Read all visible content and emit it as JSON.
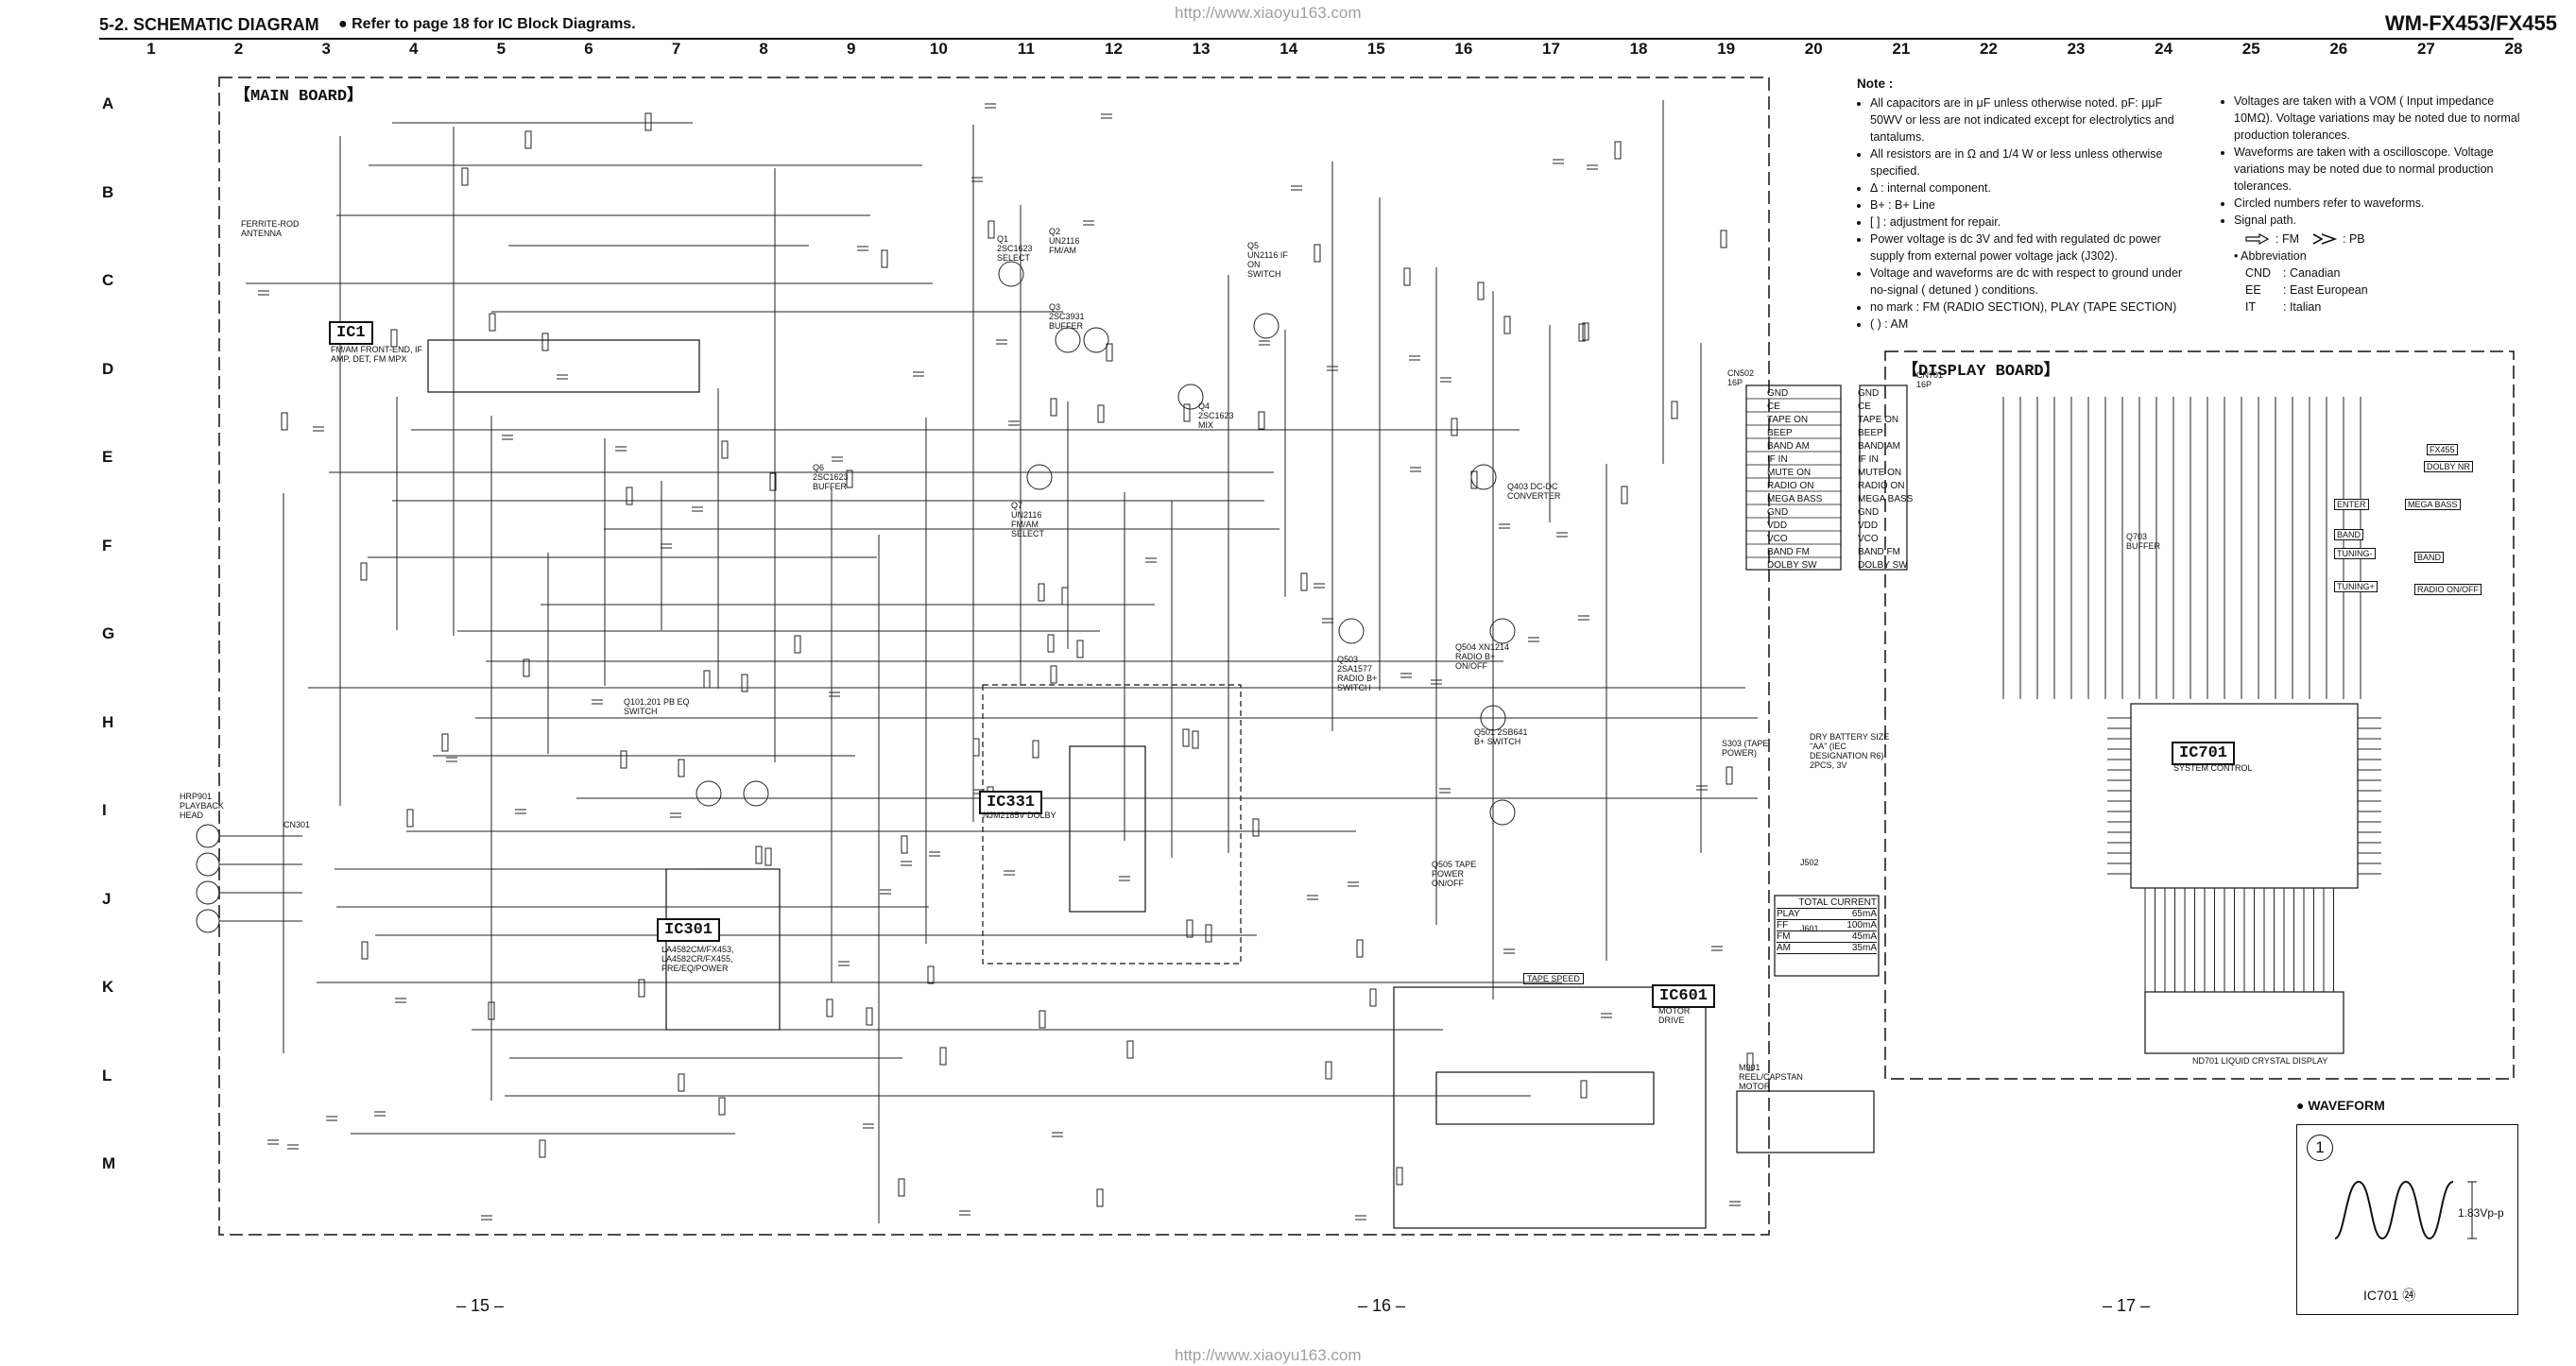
{
  "header": {
    "section_title": "5-2. SCHEMATIC DIAGRAM",
    "reference": "● Refer to page 18 for IC Block Diagrams.",
    "url_top": "http://www.xiaoyu163.com",
    "model": "WM-FX453/FX455",
    "url_bottom": "http://www.xiaoyu163.com"
  },
  "columns": [
    "1",
    "2",
    "3",
    "4",
    "5",
    "6",
    "7",
    "8",
    "9",
    "10",
    "11",
    "12",
    "13",
    "14",
    "15",
    "16",
    "17",
    "18",
    "19",
    "20",
    "21",
    "22",
    "23",
    "24",
    "25",
    "26",
    "27",
    "28"
  ],
  "rows": [
    "A",
    "B",
    "C",
    "D",
    "E",
    "F",
    "G",
    "H",
    "I",
    "J",
    "K",
    "L",
    "M"
  ],
  "boards": {
    "main": "【MAIN BOARD】",
    "display": "【DISPLAY BOARD】"
  },
  "ics": {
    "ic1": "IC1",
    "ic301": "IC301",
    "ic331": "IC331",
    "ic601": "IC601",
    "ic701": "IC701"
  },
  "components": [
    {
      "id": "ic1_desc",
      "text": "FM/AM FRONT-END, IF AMP, DET, FM MPX"
    },
    {
      "id": "ic301_desc",
      "text": "LA4582CM/FX453, LA4582CR/FX455, PRE/EQ/POWER"
    },
    {
      "id": "ic331_desc",
      "text": "NJM2185V DOLBY"
    },
    {
      "id": "ic601_desc",
      "text": "MOTOR DRIVE"
    },
    {
      "id": "ic701_desc",
      "text": "SYSTEM CONTROL"
    },
    {
      "id": "lcd",
      "text": "ND701 LIQUID CRYSTAL DISPLAY"
    },
    {
      "id": "motor",
      "text": "M901 REEL/CAPSTAN MOTOR"
    },
    {
      "id": "head",
      "text": "HRP901 PLAYBACK HEAD"
    },
    {
      "id": "antenna",
      "text": "FERRITE-ROD ANTENNA"
    },
    {
      "id": "battery",
      "text": "DRY BATTERY SIZE \"AA\" (IEC DESIGNATION R6) 2PCS, 3V"
    },
    {
      "id": "q1",
      "text": "Q1 2SC1623 SELECT"
    },
    {
      "id": "q2",
      "text": "Q2 UN2116 FM/AM"
    },
    {
      "id": "q3",
      "text": "Q3 2SC3931 BUFFER"
    },
    {
      "id": "q4",
      "text": "Q4 2SC1623 MIX"
    },
    {
      "id": "q5",
      "text": "Q5 UN2116 IF ON SWITCH"
    },
    {
      "id": "q6",
      "text": "Q6 2SC1623 BUFFER"
    },
    {
      "id": "q7",
      "text": "Q7 UN2116 FM/AM SELECT"
    },
    {
      "id": "q403",
      "text": "Q403 DC-DC CONVERTER"
    },
    {
      "id": "q503",
      "text": "Q503 2SA1577 RADIO B+ SWITCH"
    },
    {
      "id": "q504",
      "text": "Q504 XN1214 RADIO B+ ON/OFF"
    },
    {
      "id": "q501",
      "text": "Q501 2SB641 B+ SWITCH"
    },
    {
      "id": "q505",
      "text": "Q505 TAPE POWER ON/OFF"
    },
    {
      "id": "q101",
      "text": "Q101,201 PB EQ SWITCH"
    },
    {
      "id": "q703",
      "text": "Q703 BUFFER"
    },
    {
      "id": "s303",
      "text": "S303 (TAPE POWER)"
    },
    {
      "id": "cn502",
      "text": "CN502 16P"
    },
    {
      "id": "cn701",
      "text": "CN701 16P"
    },
    {
      "id": "cn301",
      "text": "CN301"
    },
    {
      "id": "j502",
      "text": "J502"
    },
    {
      "id": "j601",
      "text": "J601"
    },
    {
      "id": "tape_speed",
      "text": "TAPE SPEED"
    }
  ],
  "connector_pins": [
    "GND",
    "CE",
    "TAPE ON",
    "BEEP",
    "BAND AM",
    "IF IN",
    "MUTE ON",
    "RADIO ON",
    "MEGA BASS",
    "GND",
    "VDD",
    "VCO",
    "BAND FM",
    "DOLBY SW"
  ],
  "display_keys": [
    {
      "id": "s704",
      "label": "DOLBY NR"
    },
    {
      "id": "s706",
      "label": "ENTER"
    },
    {
      "id": "s707",
      "label": "BAND"
    },
    {
      "id": "s713",
      "label": "MEGA BASS"
    },
    {
      "id": "s702",
      "label": "TUNING-"
    },
    {
      "id": "s701",
      "label": "TUNING+"
    },
    {
      "id": "s714",
      "label": "RADIO ON/OFF"
    },
    {
      "id": "s715",
      "label": "BAND"
    },
    {
      "id": "fx455",
      "label": "FX455"
    }
  ],
  "current_table": {
    "headers": [
      "",
      "TOTAL CURRENT"
    ],
    "rows": [
      [
        "PLAY",
        "65mA"
      ],
      [
        "FF",
        "100mA"
      ],
      [
        "FM",
        "45mA"
      ],
      [
        "AM",
        "35mA"
      ]
    ]
  },
  "notes": {
    "title": "Note :",
    "left": [
      "All capacitors are in μF unless otherwise noted. pF: μμF 50WV or less are not indicated except for electrolytics and tantalums.",
      "All resistors are in Ω and 1/4 W or less unless otherwise specified.",
      "Δ : internal component.",
      "B+ : B+ Line",
      "[ ] : adjustment for repair.",
      "Power voltage is dc 3V and fed with regulated dc power supply from external power voltage jack (J302).",
      "Voltage and waveforms are dc with respect to ground under no-signal ( detuned ) conditions.",
      "no mark : FM (RADIO SECTION), PLAY (TAPE SECTION)",
      "( ) : AM"
    ],
    "right": [
      "Voltages are taken with a VOM ( Input impedance 10MΩ). Voltage variations may be noted due to normal production tolerances.",
      "Waveforms are taken with a oscilloscope. Voltage variations may be noted due to normal production tolerances.",
      "Circled numbers refer to waveforms.",
      "Signal path."
    ],
    "signal_fm": ": FM",
    "signal_pb": ": PB",
    "abbrev_title": "Abbreviation",
    "abbrev": [
      [
        "CND",
        ": Canadian"
      ],
      [
        "EE",
        ": East European"
      ],
      [
        "IT",
        ": Italian"
      ]
    ]
  },
  "waveform": {
    "title": "● WAVEFORM",
    "number": "1",
    "amplitude": "1.83Vp-p",
    "probe": "IC701 ㉔"
  },
  "pages": [
    "– 15 –",
    "– 16 –",
    "– 17 –"
  ]
}
